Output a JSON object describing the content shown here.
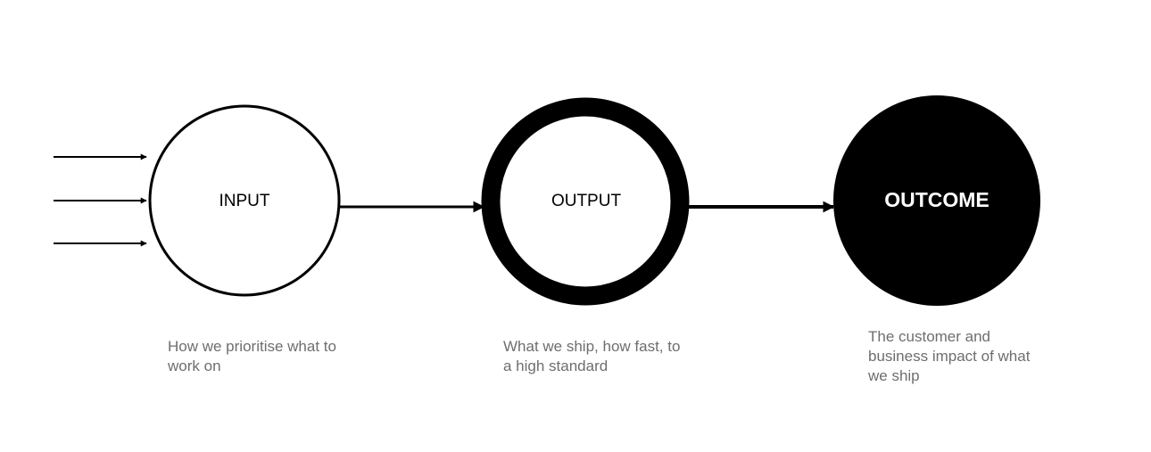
{
  "nodes": {
    "input": {
      "label": "INPUT",
      "caption_lines": [
        "How we prioritise what to",
        "work on"
      ]
    },
    "output": {
      "label": "OUTPUT",
      "caption_lines": [
        "What we ship, how fast, to",
        "a high standard"
      ]
    },
    "outcome": {
      "label": "OUTCOME",
      "caption_lines": [
        "The customer and",
        "business impact of what",
        "we ship"
      ]
    }
  },
  "colors": {
    "stroke": "#000000",
    "fill_outcome": "#000000",
    "label_light": "#ffffff",
    "label_dark": "#000000",
    "caption": "#6e6e6e"
  }
}
